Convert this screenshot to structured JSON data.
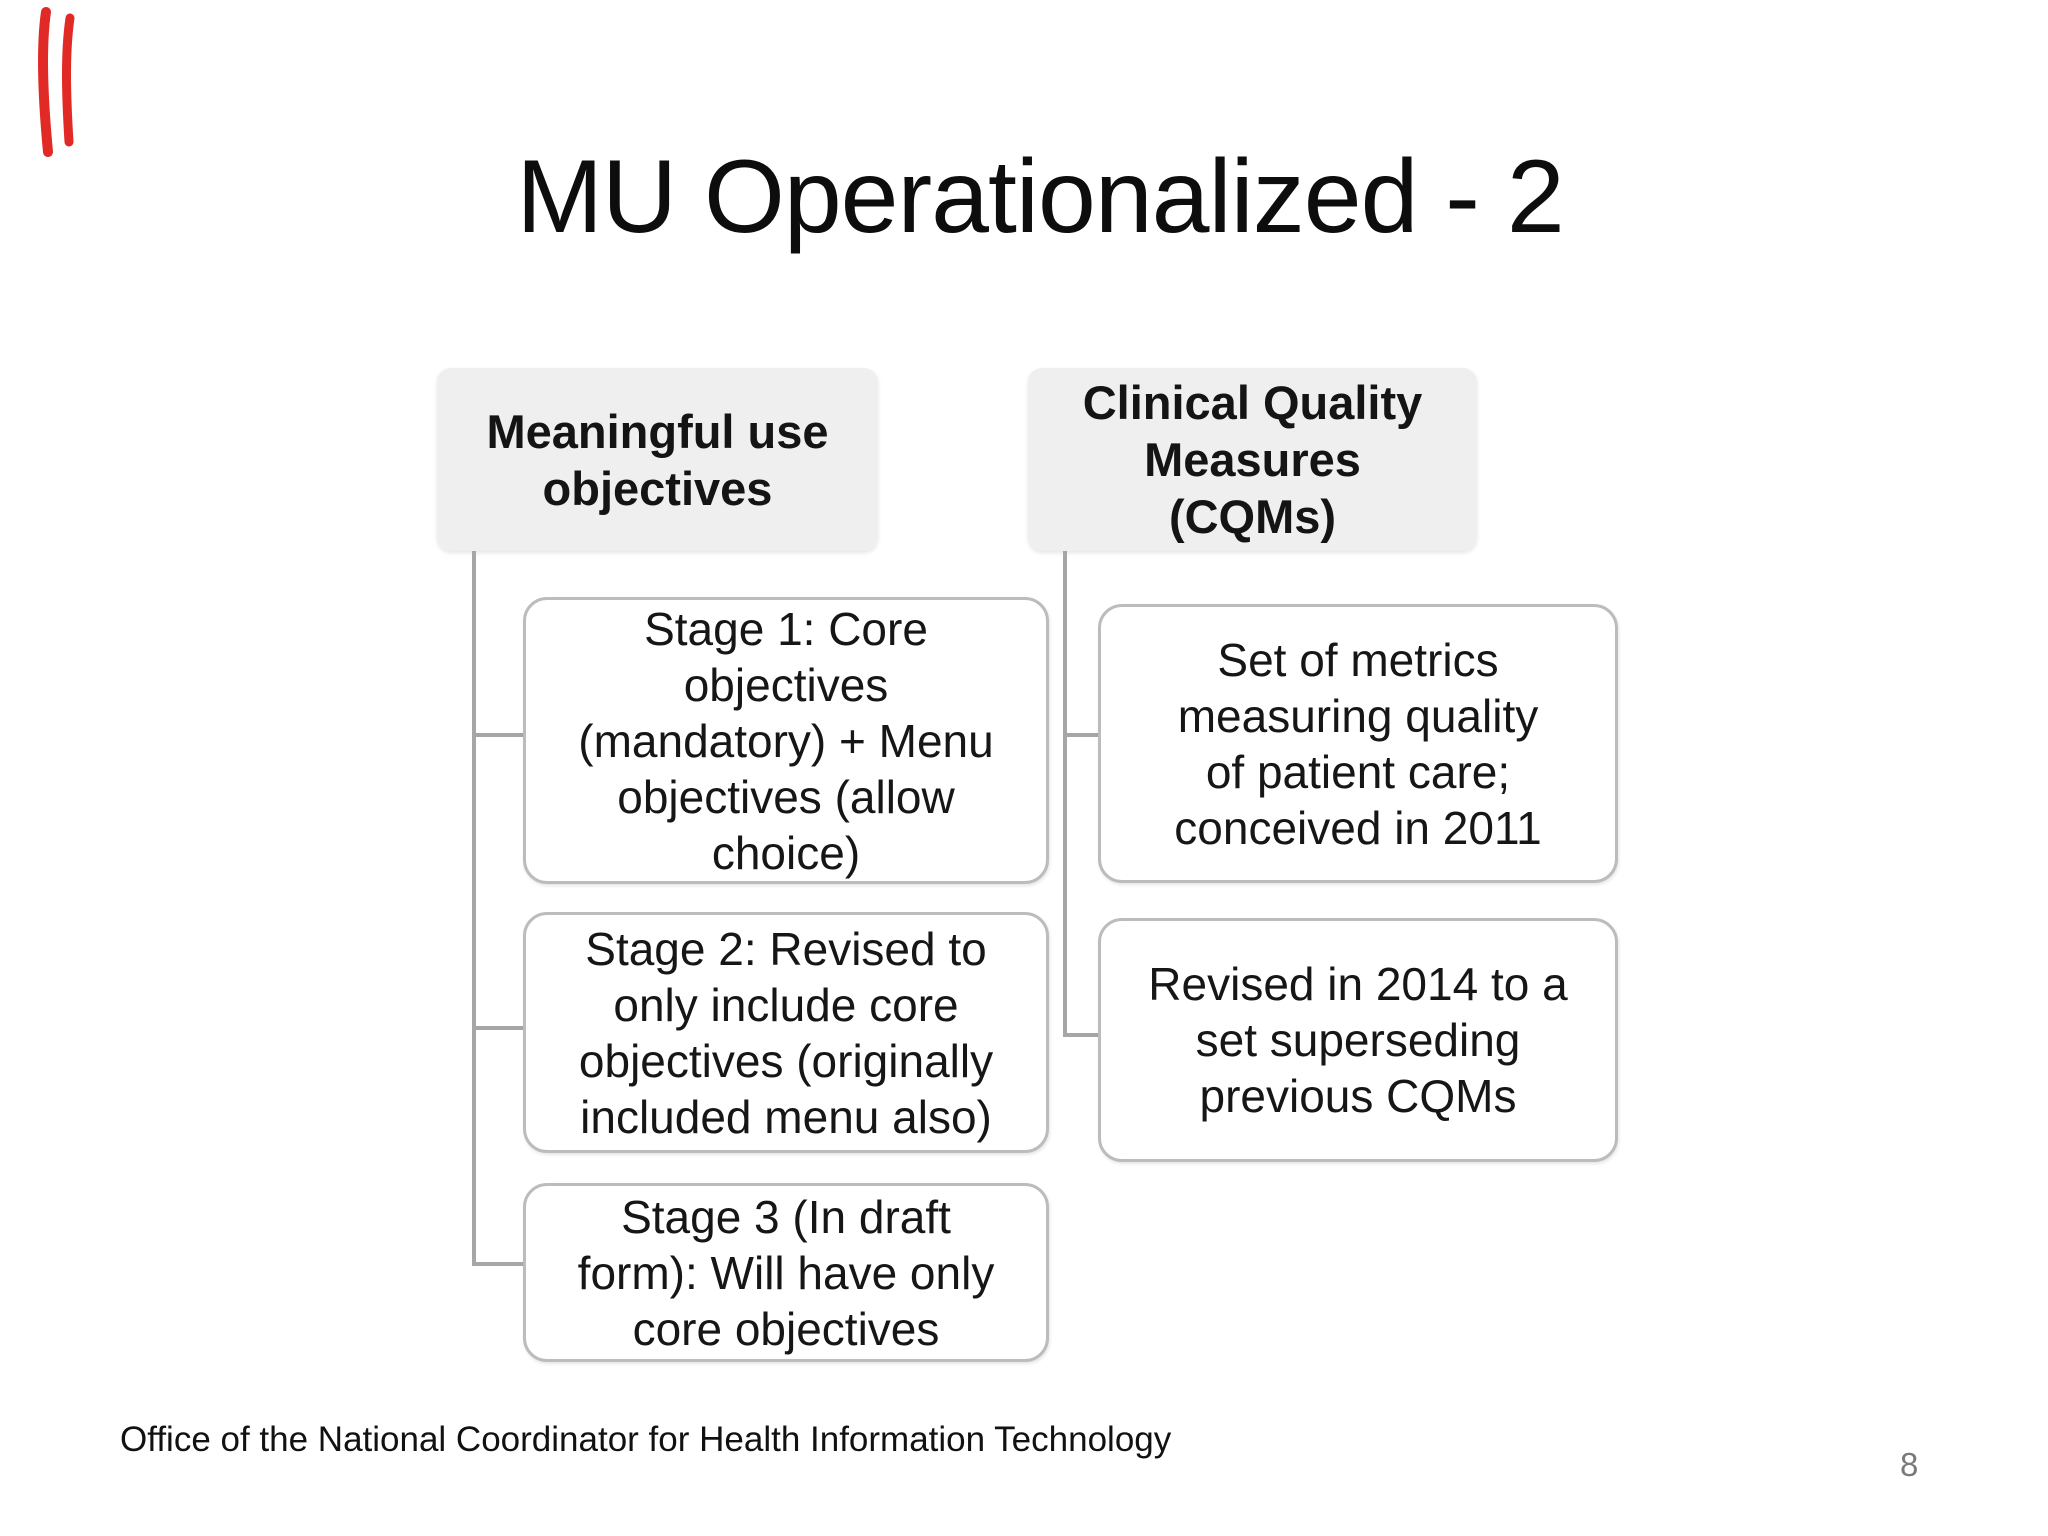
{
  "slide": {
    "title": "MU Operationalized - 2",
    "footer": "Office of the National Coordinator for Health Information Technology",
    "page_number": "8"
  },
  "diagram": {
    "left_column": {
      "header": "Meaningful use\nobjectives",
      "children": [
        "Stage 1: Core\nobjectives\n(mandatory) + Menu\nobjectives (allow\nchoice)",
        "Stage 2: Revised to\nonly include core\nobjectives (originally\nincluded menu also)",
        "Stage 3 (In draft\nform): Will have only\ncore objectives"
      ]
    },
    "right_column": {
      "header": "Clinical Quality\nMeasures\n(CQMs)",
      "children": [
        "Set of metrics\nmeasuring quality\nof patient care;\nconceived in 2011",
        "Revised in 2014 to a\nset superseding\nprevious CQMs"
      ]
    }
  },
  "annotation": {
    "description": "red pen strokes top-left",
    "color": "#e12a26"
  },
  "colors": {
    "background": "#ffffff",
    "header_box_fill": "#efefef",
    "child_box_border": "#bcbcbc",
    "connector": "#a6a6a6",
    "text": "#161616",
    "page_number_text": "#7a7a7a"
  }
}
